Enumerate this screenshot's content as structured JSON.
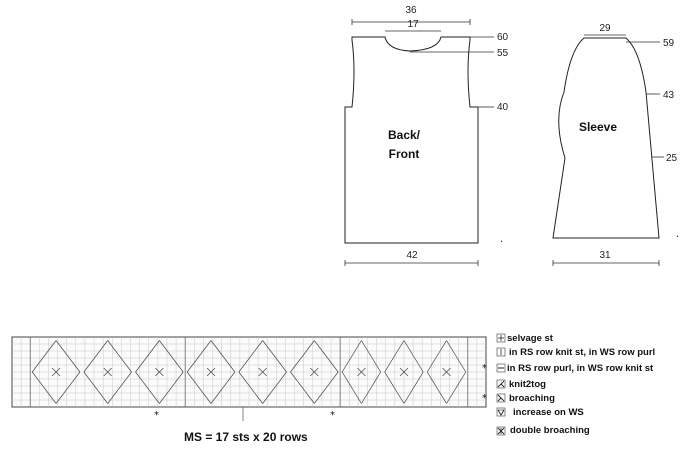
{
  "back_front": {
    "label_line1": "Back/",
    "label_line2": "Front",
    "top_width": "36",
    "neck_width": "17",
    "shoulder_height": "60",
    "neck_height": "55",
    "armhole_height": "40",
    "bottom_width": "42"
  },
  "sleeve": {
    "label": "Sleeve",
    "top_width": "29",
    "cap_height": "59",
    "underarm_height": "43",
    "mid_height": "25",
    "bottom_width": "31"
  },
  "chart": {
    "caption": "MS = 17 sts x 20 rows",
    "row_marker": "*",
    "col_marker": "*"
  },
  "legend": [
    {
      "symbol": "selvage-st-icon",
      "text": "selvage st"
    },
    {
      "symbol": "rs-knit-icon",
      "text": "in RS row knit st, in WS row purl"
    },
    {
      "symbol": "rs-purl-icon",
      "text": "in RS row purl, in WS row knit st"
    },
    {
      "symbol": "k2tog-icon",
      "text": "knit2tog"
    },
    {
      "symbol": "broaching-icon",
      "text": "broaching"
    },
    {
      "symbol": "increase-ws-icon",
      "text": "increase on WS"
    },
    {
      "symbol": "double-broaching-icon",
      "text": "double broaching"
    }
  ]
}
